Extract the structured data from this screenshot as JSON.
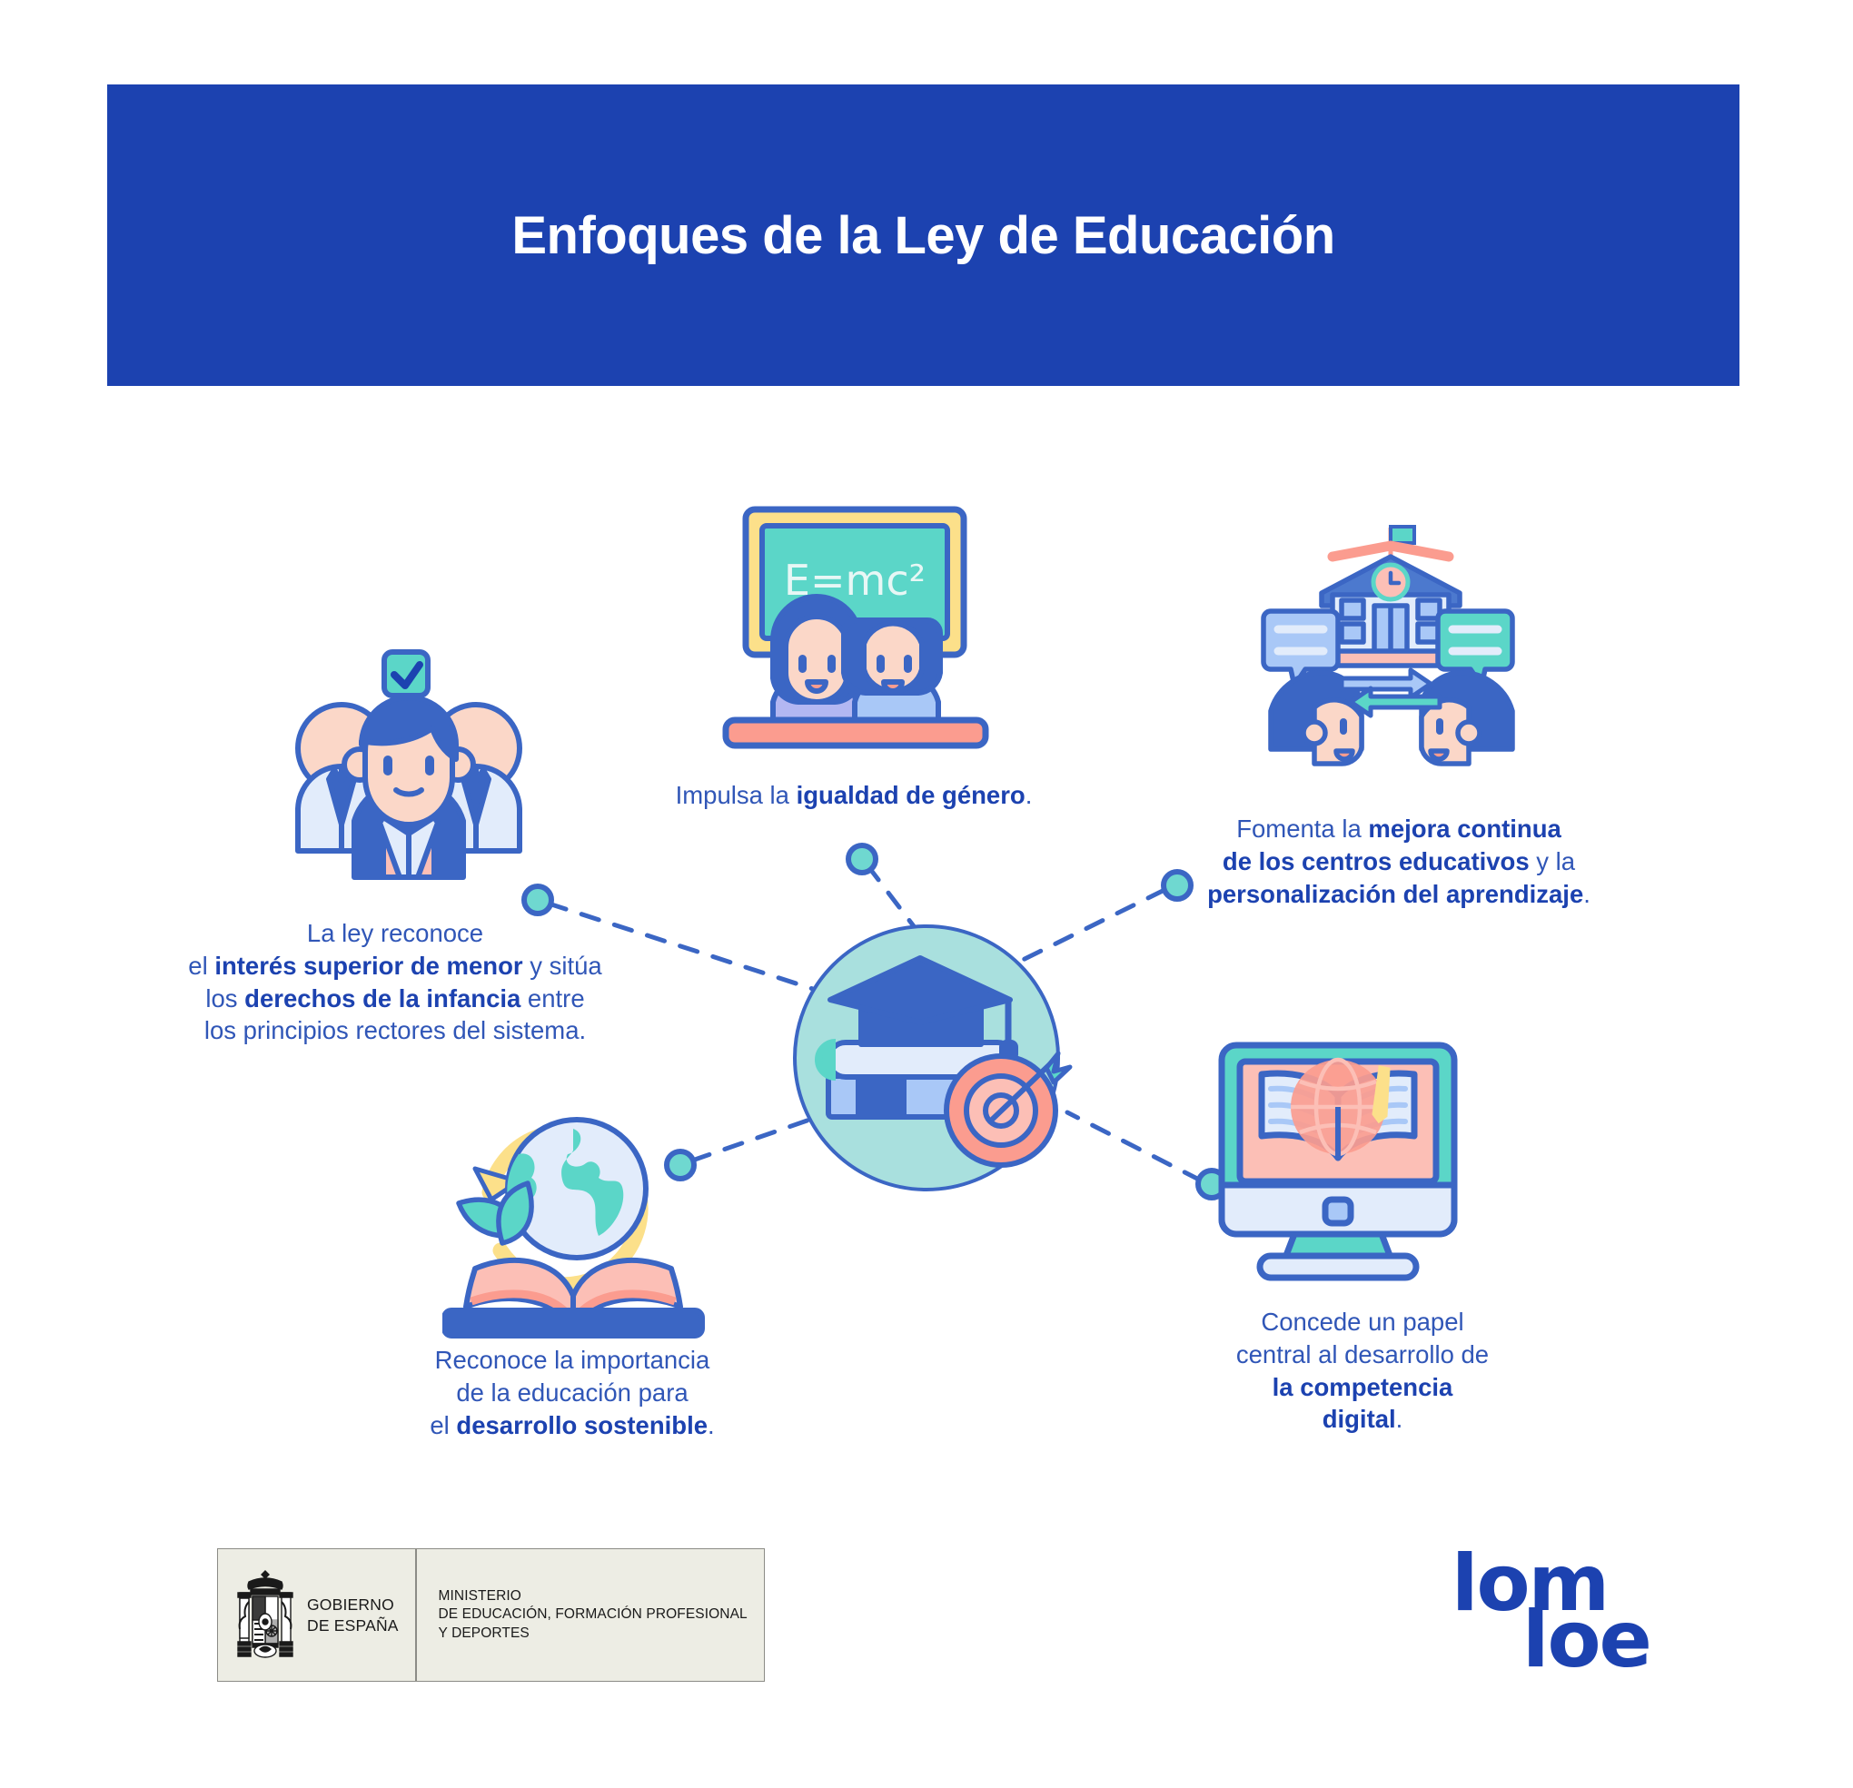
{
  "banner": {
    "title": "Enfoques de la Ley de Educación",
    "bg_color": "#1C42B0",
    "text_color": "#FFFFFF"
  },
  "palette": {
    "brand_blue": "#1C42B0",
    "text_blue": "#3056B7",
    "icon_outline": "#3B66C4",
    "teal": "#5BD6C8",
    "light_teal": "#A9E0DE",
    "salmon": "#FB9C8F",
    "light_salmon": "#FCBFB6",
    "yellow": "#FCE08A",
    "pale_blue": "#A9C8F7",
    "very_pale_blue": "#E2ECFB",
    "skin": "#FBD7C8"
  },
  "center_node": {
    "name": "education-hub",
    "icon": "graduation-cap-books-target-icon"
  },
  "nodes": [
    {
      "id": "derechos-infancia",
      "icon": "students-group-check-icon",
      "text_runs": [
        {
          "t": "La ley reconoce",
          "bold": false,
          "br": true
        },
        {
          "t": "el ",
          "bold": false
        },
        {
          "t": "interés superior de menor",
          "bold": true
        },
        {
          "t": " y sitúa",
          "bold": false,
          "br": true
        },
        {
          "t": "los ",
          "bold": false
        },
        {
          "t": "derechos de la infancia",
          "bold": true
        },
        {
          "t": " entre",
          "bold": false,
          "br": true
        },
        {
          "t": "los principios rectores del sistema.",
          "bold": false
        }
      ],
      "plain": "La ley reconoce el interés superior de menor y sitúa los derechos de la infancia entre los principios rectores del sistema."
    },
    {
      "id": "igualdad-genero",
      "icon": "blackboard-students-icon",
      "chalkboard_formula": "E=mc²",
      "text_runs": [
        {
          "t": "Impulsa la ",
          "bold": false
        },
        {
          "t": "igualdad de género",
          "bold": true
        },
        {
          "t": ".",
          "bold": false
        }
      ],
      "plain": "Impulsa la igualdad de género."
    },
    {
      "id": "mejora-continua",
      "icon": "school-dialogue-icon",
      "text_runs": [
        {
          "t": "Fomenta la ",
          "bold": false
        },
        {
          "t": "mejora continua",
          "bold": true,
          "br": true
        },
        {
          "t": "de los centros educativos",
          "bold": true
        },
        {
          "t": " y la",
          "bold": false,
          "br": true
        },
        {
          "t": "personalización del aprendizaje",
          "bold": true
        },
        {
          "t": ".",
          "bold": false
        }
      ],
      "plain": "Fomenta la mejora continua de los centros educativos y la personalización del aprendizaje."
    },
    {
      "id": "desarrollo-sostenible",
      "icon": "globe-leaf-book-icon",
      "text_runs": [
        {
          "t": "Reconoce la importancia",
          "bold": false,
          "br": true
        },
        {
          "t": "de la educación para",
          "bold": false,
          "br": true
        },
        {
          "t": "el ",
          "bold": false
        },
        {
          "t": "desarrollo sostenible",
          "bold": true
        },
        {
          "t": ".",
          "bold": false
        }
      ],
      "plain": "Reconoce la importancia de la educación para el desarrollo sostenible."
    },
    {
      "id": "competencia-digital",
      "icon": "monitor-book-globe-icon",
      "text_runs": [
        {
          "t": "Concede un papel",
          "bold": false,
          "br": true
        },
        {
          "t": "central al desarrollo de",
          "bold": false,
          "br": true
        },
        {
          "t": "la competencia",
          "bold": true,
          "br": true
        },
        {
          "t": "digital",
          "bold": true
        },
        {
          "t": ".",
          "bold": false
        }
      ],
      "plain": "Concede un papel central al desarrollo de la competencia digital."
    }
  ],
  "footer": {
    "government": {
      "icon": "spain-coat-of-arms-icon",
      "line1": "GOBIERNO",
      "line2": "DE ESPAÑA",
      "ministry_line1": "MINISTERIO",
      "ministry_line2": "DE EDUCACIÓN, FORMACIÓN PROFESIONAL",
      "ministry_line3": "Y DEPORTES"
    },
    "brand": {
      "part1": "lom",
      "part2": "loe",
      "color": "#1C42B0"
    }
  }
}
